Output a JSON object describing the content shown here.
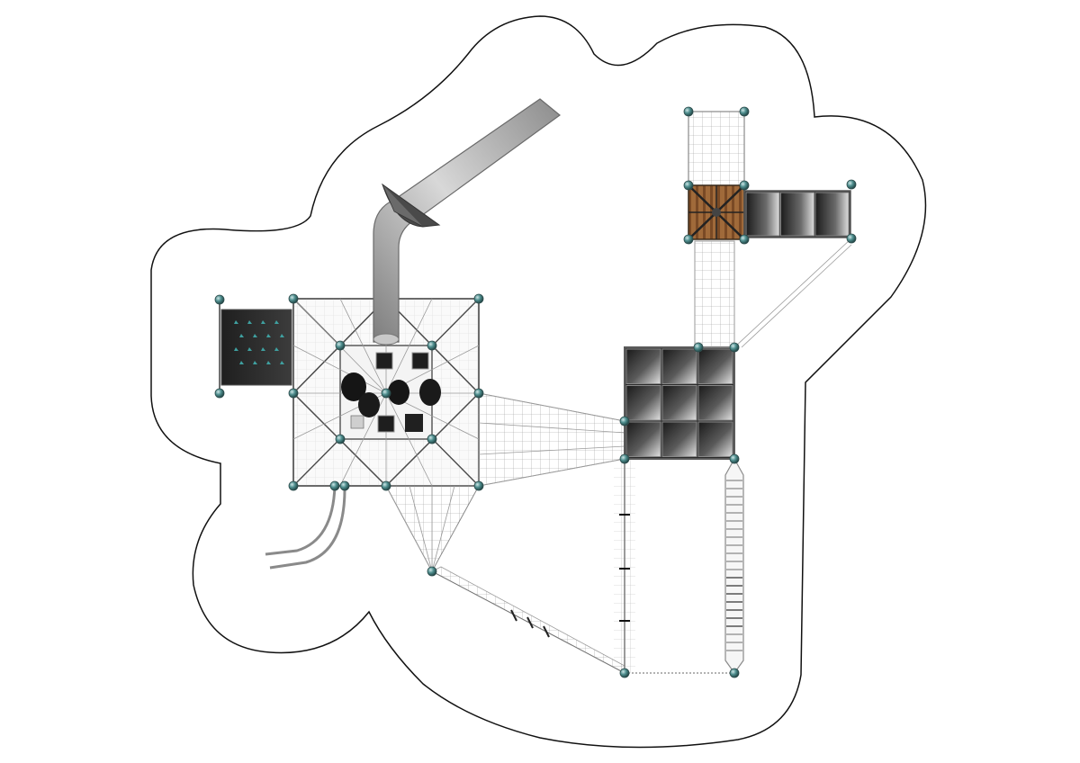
{
  "drawing": {
    "type": "playground-plan-view",
    "labels": []
  },
  "colors": {
    "background": "#ffffff",
    "safety_zone_outline": "#111111",
    "post_cap": "#4f8f8f",
    "roof_panel_dark": "#1e1e1e",
    "roof_panel_light": "#d6d6d6",
    "slide_metal": "#a9a9a9",
    "wood_deck": "#8a5a32"
  },
  "components": [
    {
      "name": "safety-zone",
      "icon": "outline"
    },
    {
      "name": "climbing-wall",
      "icon": "panel-with-holds"
    },
    {
      "name": "main-tower",
      "icon": "net-pyramid"
    },
    {
      "name": "tube-slide",
      "icon": "slide"
    },
    {
      "name": "curved-rails",
      "icon": "rails"
    },
    {
      "name": "net-bridge",
      "icon": "net"
    },
    {
      "name": "roof-tower",
      "icon": "roof-3x3"
    },
    {
      "name": "wooden-platform",
      "icon": "wood-deck"
    },
    {
      "name": "roof-strip",
      "icon": "roof-3x1"
    },
    {
      "name": "ladder-bridge",
      "icon": "ladder"
    },
    {
      "name": "rope-walkway",
      "icon": "rope"
    }
  ]
}
